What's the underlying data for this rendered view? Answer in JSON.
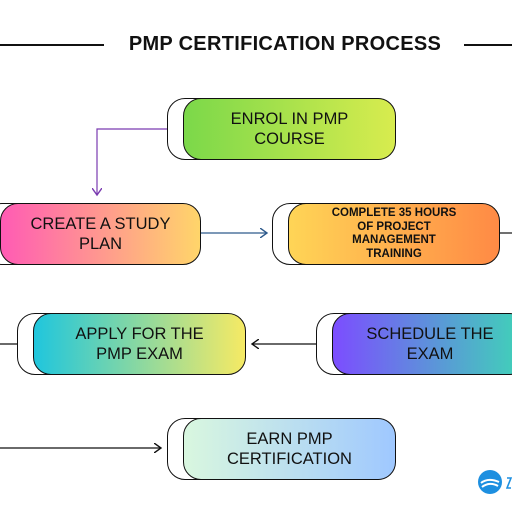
{
  "title": "PMP CERTIFICATION PROCESS",
  "steps": {
    "enrol": "ENROL IN PMP\nCOURSE",
    "study_plan": "CREATE A STUDY\nPLAN",
    "training": "COMPLETE 35 HOURS\nOF PROJECT\nMANAGEMENT\nTRAINING",
    "schedule": "SCHEDULE THE\nEXAM",
    "apply": "APPLY FOR THE\nPMP EXAM",
    "earn": "EARN PMP\nCERTIFICATION"
  },
  "colors": {
    "enrol": [
      "#7bd84a",
      "#d8ec4e"
    ],
    "study_plan": [
      "#ff5bb4",
      "#ffd56a"
    ],
    "training": [
      "#ffd556",
      "#ff8a45"
    ],
    "schedule": [
      "#7c4dff",
      "#3ed6b6"
    ],
    "apply": [
      "#1fc6dd",
      "#f6ea64"
    ],
    "earn": [
      "#d9f7df",
      "#9fc8ff"
    ],
    "connector_purple": "#7a3bb0",
    "connector_blue": "#2d5a8c",
    "connector_dark": "#111111"
  },
  "logo": {
    "icon": "brand-logo-icon"
  }
}
